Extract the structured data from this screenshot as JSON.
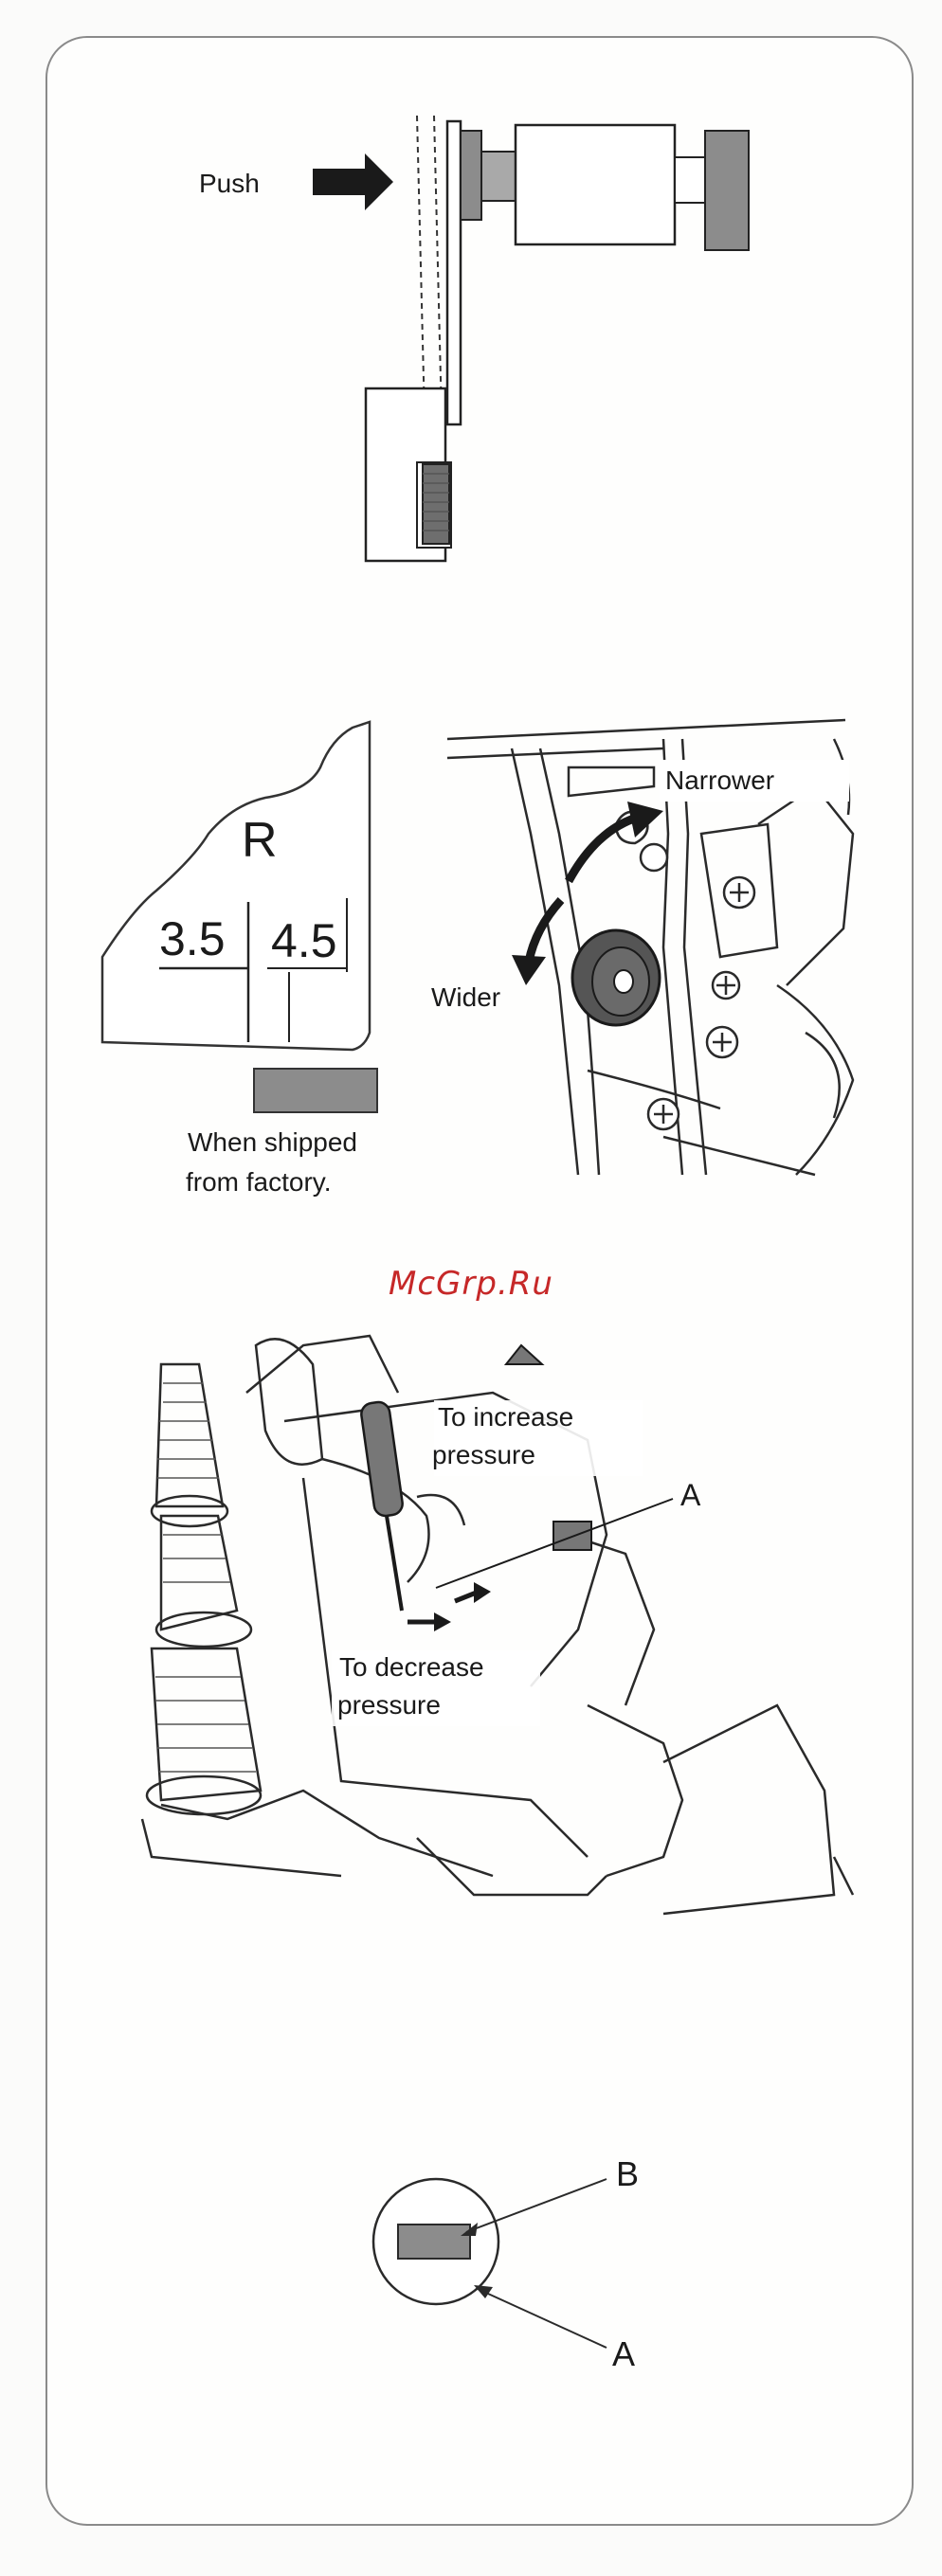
{
  "figure1": {
    "push_label": "Push"
  },
  "figure2": {
    "dial_letter": "R",
    "value_left": "3.5",
    "value_right": "4.5",
    "shipped_caption_line1": "When shipped",
    "shipped_caption_line2": "from factory."
  },
  "figure3": {
    "narrower_label": "Narrower",
    "wider_label": "Wider"
  },
  "watermark": "McGrp.Ru",
  "figure4": {
    "increase_line1": "To increase",
    "increase_line2": "pressure",
    "decrease_line1": "To decrease",
    "decrease_line2": "pressure",
    "callout_a": "A"
  },
  "figure5": {
    "callout_b": "B",
    "callout_a": "A"
  },
  "colors": {
    "accent": "#c62828",
    "line": "#222222",
    "shade": "#8c8c8c"
  }
}
